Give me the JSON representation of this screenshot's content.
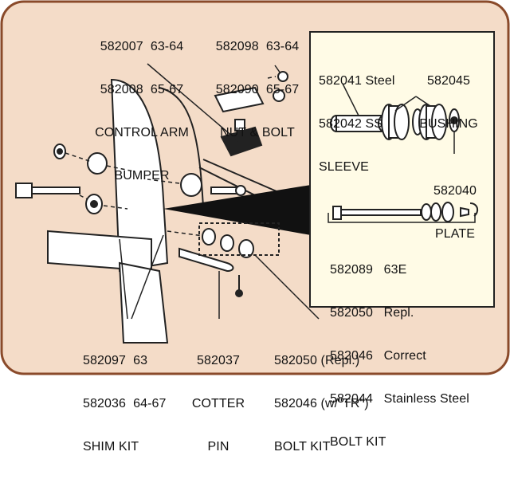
{
  "labels": {
    "control_arm_bumper": [
      "582007  63-64",
      "582008  65-67",
      "CONTROL ARM",
      "BUMPER"
    ],
    "nut_bolt": [
      "582098  63-64",
      "582090  65-67",
      "NUT & BOLT"
    ],
    "sleeve": [
      "582041 Steel",
      "582042 SS",
      "SLEEVE"
    ],
    "bushing": [
      "582045",
      "BUSHING"
    ],
    "plate": [
      "582040",
      "PLATE"
    ],
    "bolt_kit_detail": [
      "582089   63E",
      "582050   Repl.",
      "582046   Correct",
      "582044   Stainless Steel",
      "BOLT KIT"
    ],
    "shim_kit": [
      "582097  63",
      "582036  64-67",
      "SHIM KIT"
    ],
    "cotter_pin": [
      "582037",
      "COTTER",
      "PIN"
    ],
    "bolt_kit_main": [
      "582050 (Repl.)",
      "582046 (w/\"TR\")",
      "BOLT KIT"
    ]
  },
  "colors": {
    "frame_bg": "#f4dcc8",
    "frame_border": "#8a4a2a",
    "detail_bg": "#fffbe6",
    "ink": "#111111"
  }
}
